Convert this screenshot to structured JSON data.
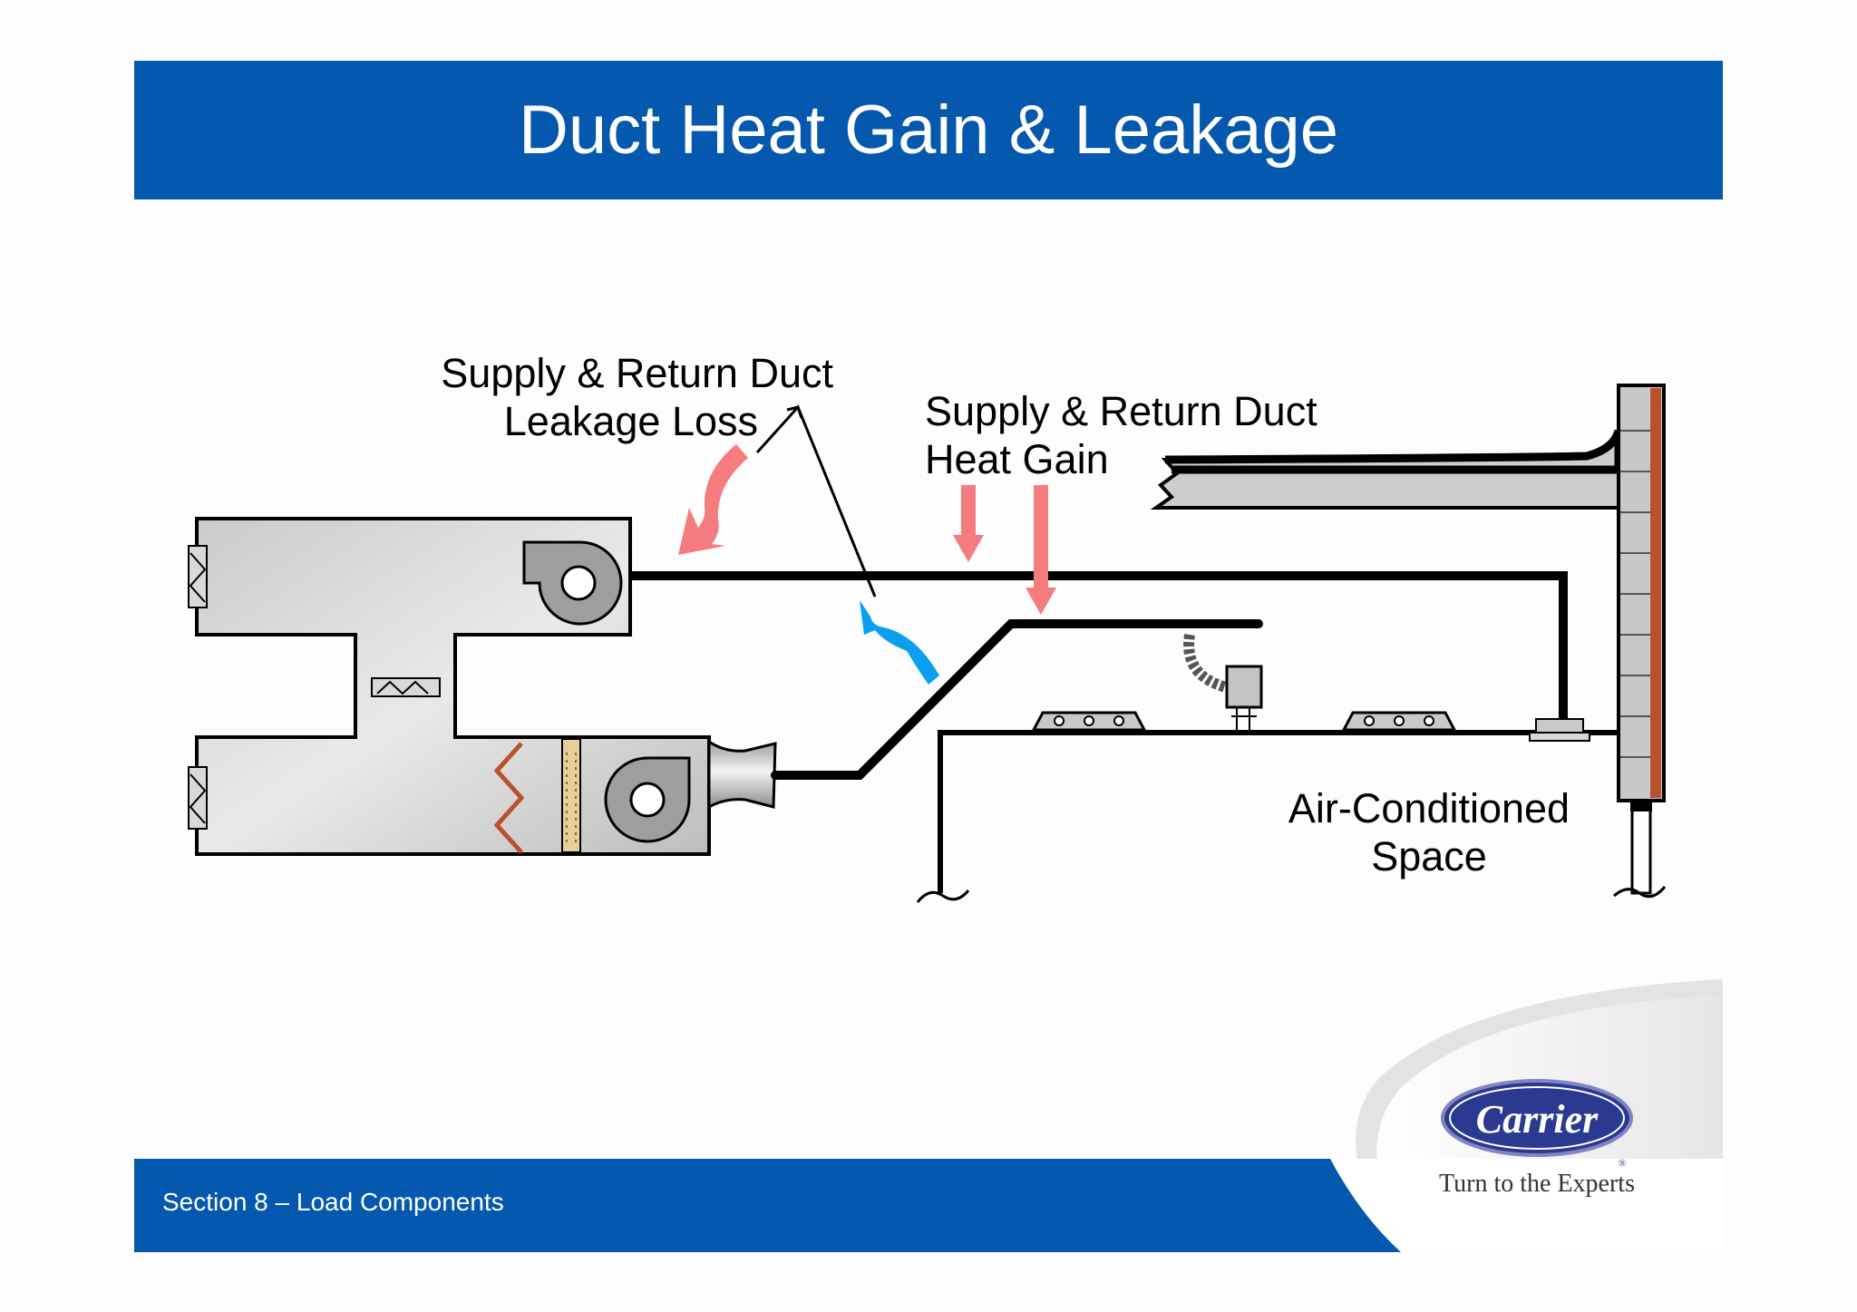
{
  "title": "Duct Heat Gain & Leakage",
  "footer": {
    "section": "Section 8 – Load Components"
  },
  "labels": {
    "leakage_line1": "Supply & Return Duct",
    "leakage_line2": "Leakage Loss",
    "heat_gain_line1": "Supply & Return Duct",
    "heat_gain_line2": "Heat Gain",
    "space_line1": "Air-Conditioned",
    "space_line2": "Space"
  },
  "logo": {
    "brand": "Carrier",
    "tagline": "Turn to the Experts"
  },
  "colors": {
    "brand_blue": "#0458ad",
    "heat_arrow": "#f47c7f",
    "cool_arrow": "#0aa0ef",
    "wall_accent": "#b9512c"
  }
}
